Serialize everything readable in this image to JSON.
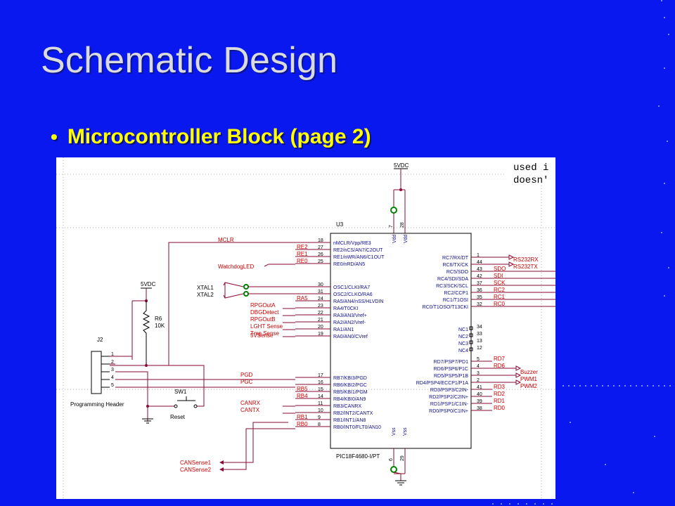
{
  "slide": {
    "title": "Schematic Design",
    "bullet_glyph": "•",
    "bullet_text": "Microcontroller Block (page 2)"
  },
  "schematic": {
    "overlay_lines": [
      "used i",
      "doesn'"
    ],
    "supply_top": "5VDC",
    "supply_left": "5VDC",
    "chip_ref": "U3",
    "chip_part": "PIC18F4680-I/PT",
    "vdd_pins": [
      {
        "num": "7",
        "name": "Vdd"
      },
      {
        "num": "28",
        "name": "Vdd"
      }
    ],
    "vss_pins": [
      {
        "num": "6",
        "name": "Vss"
      },
      {
        "num": "29",
        "name": "Vss"
      }
    ],
    "left_pins": [
      {
        "num": "18",
        "name": "nMCLR/Vpp/RE3",
        "net": "MCLR"
      },
      {
        "num": "27",
        "name": "RE2/nCS/AN7/C2OUT",
        "net": "RE2"
      },
      {
        "num": "26",
        "name": "RE1/nWR/AN6/C1OUT",
        "net": "RE1"
      },
      {
        "num": "25",
        "name": "RE0/nRD/AN5",
        "net": "RE0"
      },
      {
        "num": "30",
        "name": "OSC1/CLKI/RA7",
        "net": ""
      },
      {
        "num": "31",
        "name": "OSC2/CLKO/RA6",
        "net": ""
      },
      {
        "num": "24",
        "name": "RA5/AN4/nSS/HLVDIN",
        "net": "RA5"
      },
      {
        "num": "23",
        "name": "RA4/T0CKI",
        "net": "RPGOutA"
      },
      {
        "num": "22",
        "name": "RA3/AN3/Vref+",
        "net": "DBGDetect"
      },
      {
        "num": "21",
        "name": "RA2/AN2/Vref-",
        "net": "RPGOutB"
      },
      {
        "num": "20",
        "name": "RA1/AN1",
        "net": "LGHT Sense"
      },
      {
        "num": "19",
        "name": "RA0/AN0/CVref",
        "net": "Tmp Sense"
      },
      {
        "num": "17",
        "name": "RB7/KBI3/PGD",
        "net": "PGD"
      },
      {
        "num": "16",
        "name": "RB6/KBI2/PGC",
        "net": "PGC"
      },
      {
        "num": "15",
        "name": "RB5/KBI1/PGM",
        "net": "RB5"
      },
      {
        "num": "14",
        "name": "RB4/KBI0/AN9",
        "net": "RB4"
      },
      {
        "num": "11",
        "name": "RB3/CANRX",
        "net": "CANRX"
      },
      {
        "num": "10",
        "name": "RB2/INT2/CANTX",
        "net": "CANTX"
      },
      {
        "num": "9",
        "name": "RB1/INT1/AN8",
        "net": "RB1"
      },
      {
        "num": "8",
        "name": "RB0/INT0/FLT0/AN10",
        "net": "RB0"
      }
    ],
    "left_extra_net": "5VSense",
    "right_pins": [
      {
        "num": "1",
        "name": "RC7/RX/DT",
        "net": ""
      },
      {
        "num": "44",
        "name": "RC6/TX/CK",
        "net": ""
      },
      {
        "num": "43",
        "name": "RC5/SDO",
        "net": "SDO"
      },
      {
        "num": "42",
        "name": "RC4/SDI/SDA",
        "net": "SDI"
      },
      {
        "num": "37",
        "name": "RC3/SCK/SCL",
        "net": "SCK"
      },
      {
        "num": "36",
        "name": "RC2/CCP1",
        "net": "RC2"
      },
      {
        "num": "35",
        "name": "RC1/T1OSI",
        "net": "RC1"
      },
      {
        "num": "32",
        "name": "RC0/T1OSO/T13CKI",
        "net": "RC0"
      },
      {
        "num": "34",
        "name": "NC1",
        "net": ""
      },
      {
        "num": "33",
        "name": "NC2",
        "net": ""
      },
      {
        "num": "13",
        "name": "NC3",
        "net": ""
      },
      {
        "num": "12",
        "name": "NC4",
        "net": ""
      },
      {
        "num": "5",
        "name": "RD7/PSP7/PD1",
        "net": "RD7"
      },
      {
        "num": "4",
        "name": "RD6/PSP6/P1C",
        "net": "RD6"
      },
      {
        "num": "3",
        "name": "RD5/PSP5/P1B",
        "net": ""
      },
      {
        "num": "2",
        "name": "RD4/PSP4/ECCP1/P1A",
        "net": ""
      },
      {
        "num": "41",
        "name": "RD3/PSP3/C2IN-",
        "net": "RD3"
      },
      {
        "num": "40",
        "name": "RD2/PSP2/C2IN+",
        "net": "RD2"
      },
      {
        "num": "39",
        "name": "RD1/PSP1/C1IN-",
        "net": "RD1"
      },
      {
        "num": "38",
        "name": "RD0/PSP0/C1IN+",
        "net": "RD0"
      }
    ],
    "ports": {
      "watchdog": "WatchdogLED",
      "rs232rx": "RS232RX",
      "rs232tx": "RS232TX",
      "buzzer": "Buzzer",
      "pwm1": "PWM1",
      "pwm2": "PWM2",
      "xtal1": "XTAL1",
      "xtal2": "XTAL2",
      "cansense1": "CANSense1",
      "cansense2": "CANSense2"
    },
    "resistor": {
      "ref": "R6",
      "value": "10K"
    },
    "header": {
      "ref": "J2",
      "label": "Programming Header",
      "pins": [
        "1",
        "2",
        "3",
        "4",
        "5"
      ]
    },
    "switch": {
      "ref": "SW1",
      "label": "Reset"
    }
  },
  "colors": {
    "slide_bg": "#0a18f0",
    "title": "#d9dbdf",
    "bullet": "#ffff00",
    "wire": "#8a0a32",
    "net_label": "#c80000",
    "pin_text": "#0c0c90",
    "grid_dot": "#8080ff"
  }
}
